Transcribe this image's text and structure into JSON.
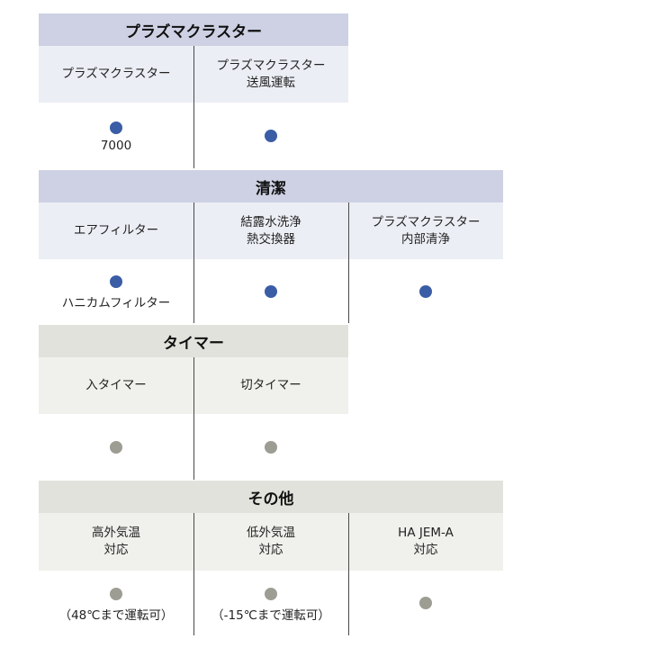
{
  "colors": {
    "head_blue": "#cdd1e3",
    "sub_blue": "#eceef5",
    "head_gray": "#e2e2dc",
    "sub_gray": "#f0f0ec",
    "dot_blue": "#3a5da6",
    "dot_gray": "#9d9d93",
    "divider": "#4a4a4a"
  },
  "sections": [
    {
      "title": "プラズマクラスター",
      "theme": "blue",
      "columns": [
        {
          "label_lines": [
            "プラズマクラスター"
          ],
          "dot": "blue",
          "note": "7000"
        },
        {
          "label_lines": [
            "プラズマクラスター",
            "送風運転"
          ],
          "dot": "blue",
          "note": ""
        }
      ]
    },
    {
      "title": "清潔",
      "theme": "blue",
      "columns": [
        {
          "label_lines": [
            "エアフィルター"
          ],
          "dot": "blue",
          "note": "ハニカムフィルター"
        },
        {
          "label_lines": [
            "結露水洗浄",
            "熱交換器"
          ],
          "dot": "blue",
          "note": ""
        },
        {
          "label_lines": [
            "プラズマクラスター",
            "内部清浄"
          ],
          "dot": "blue",
          "note": ""
        }
      ]
    },
    {
      "title": "タイマー",
      "theme": "gray",
      "columns": [
        {
          "label_lines": [
            "入タイマー"
          ],
          "dot": "gray",
          "note": ""
        },
        {
          "label_lines": [
            "切タイマー"
          ],
          "dot": "gray",
          "note": ""
        }
      ]
    },
    {
      "title": "その他",
      "theme": "gray",
      "columns": [
        {
          "label_lines": [
            "高外気温",
            "対応"
          ],
          "dot": "gray",
          "note": "（48℃まで運転可）"
        },
        {
          "label_lines": [
            "低外気温",
            "対応"
          ],
          "dot": "gray",
          "note": "（-15℃まで運転可）"
        },
        {
          "label_lines": [
            "HA JEM-A",
            "対応"
          ],
          "dot": "gray",
          "note": ""
        }
      ]
    }
  ]
}
